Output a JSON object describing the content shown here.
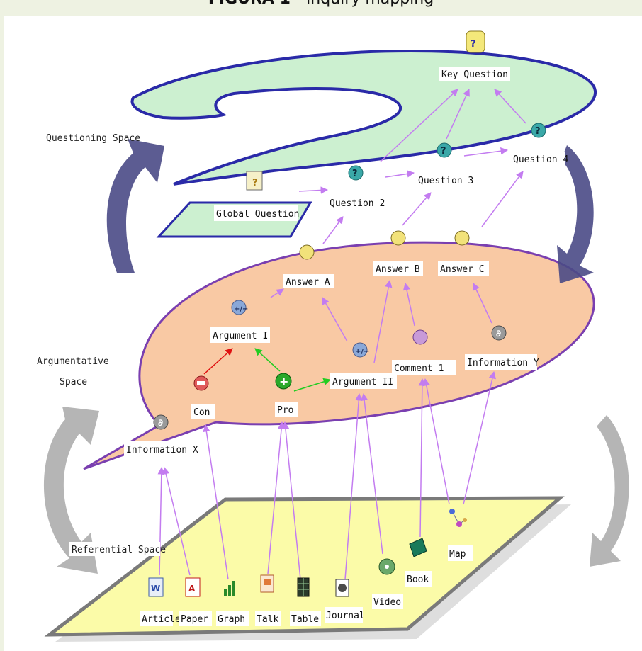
{
  "title": {
    "bold": "FIGURA 1",
    "rest": " - Inquiry mapping"
  },
  "spaces": {
    "questioning": "Questioning Space",
    "argumentative_1": "Argumentative",
    "argumentative_2": "Space",
    "referential": "Referential Space"
  },
  "nodes": {
    "key_question": "Key Question",
    "question_2": "Question 2",
    "question_3": "Question 3",
    "question_4": "Question 4",
    "global_question": "Global Question",
    "answer_a": "Answer A",
    "answer_b": "Answer B",
    "answer_c": "Answer C",
    "argument_1": "Argument I",
    "argument_2": "Argument II",
    "comment_1": "Comment 1",
    "information_y": "Information Y",
    "con": "Con",
    "pro": "Pro",
    "information_x": "Information X"
  },
  "resources": {
    "article": "Article",
    "paper": "Paper",
    "graph": "Graph",
    "talk": "Talk",
    "table": "Table",
    "journal": "Journal",
    "video": "Video",
    "book": "Book",
    "map": "Map"
  },
  "colors": {
    "questioning_fill": "#ccf0d0",
    "questioning_stroke": "#2a2aa8",
    "argumentative_fill": "#f9c9a4",
    "argumentative_stroke": "#7a3fb0",
    "referential_fill": "#fbfba8",
    "referential_stroke": "#7a7a7a",
    "link": "#c37cf0",
    "link_red": "#e01010",
    "link_green": "#22cc22",
    "cycle_arrow_dark": "#4a4a86",
    "cycle_arrow_light": "#a8a8a8"
  }
}
